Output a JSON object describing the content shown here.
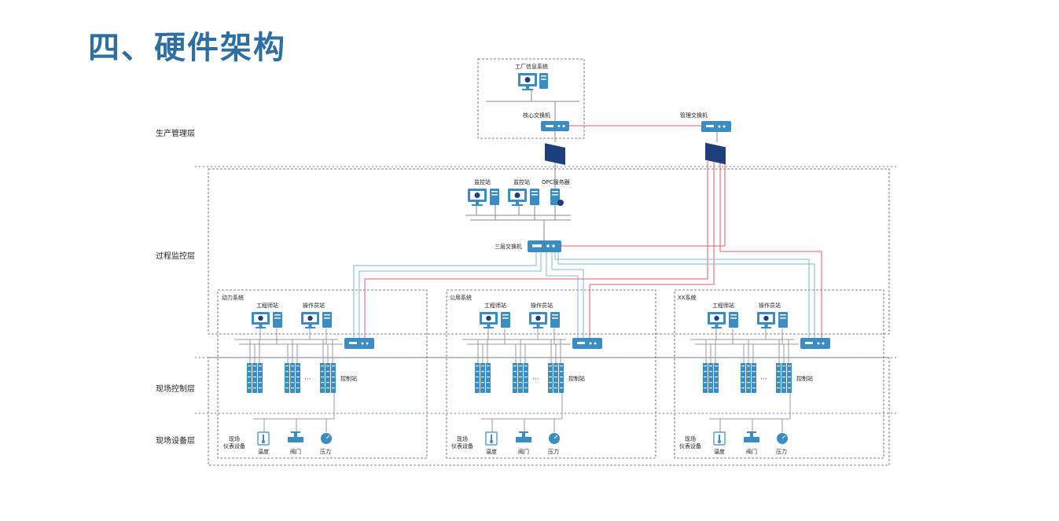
{
  "title": "四、硬件架构",
  "layers": {
    "production": "生产管理层",
    "process": "过程监控层",
    "field_control": "现场控制层",
    "field_device": "现场设备层"
  },
  "top": {
    "factory_system": "工厂信息系统",
    "core_switch": "核心交换机",
    "mgmt_switch": "管理交换机"
  },
  "process": {
    "station1": "监控站",
    "station2": "监控站",
    "opc_server": "OPC服务器",
    "l3_switch": "三层交换机"
  },
  "subsystems": [
    {
      "name": "动力系统",
      "eng": "工程师站",
      "op": "操作员站",
      "ctrl": "控制站",
      "dots": "···",
      "field": "现场\n仪表设备",
      "temp": "温度",
      "valve": "阀门",
      "pressure": "压力"
    },
    {
      "name": "公用系统",
      "eng": "工程师站",
      "op": "操作员站",
      "ctrl": "控制站",
      "dots": "···",
      "field": "现场\n仪表设备",
      "temp": "温度",
      "valve": "阀门",
      "pressure": "压力"
    },
    {
      "name": "XX系统",
      "eng": "工程师站",
      "op": "操作员站",
      "ctrl": "控制站",
      "dots": "···",
      "field": "现场\n仪表设备",
      "temp": "温度",
      "valve": "阀门",
      "pressure": "压力"
    }
  ],
  "colors": {
    "title": "#2e6fa0",
    "device": "#3a8cc1",
    "device_dark": "#1f5f8e",
    "firewall": "#1d3f7a",
    "line_blue": "#7ab8d9",
    "line_red": "#e05d68",
    "line_gray": "#999999",
    "dashed": "#555555",
    "layer_divider": "#5a7fae"
  },
  "icons": [
    "monitor-icon",
    "server-icon",
    "switch-icon",
    "firewall-icon",
    "controller-rack-icon",
    "thermometer-icon",
    "valve-icon",
    "pressure-gauge-icon"
  ]
}
